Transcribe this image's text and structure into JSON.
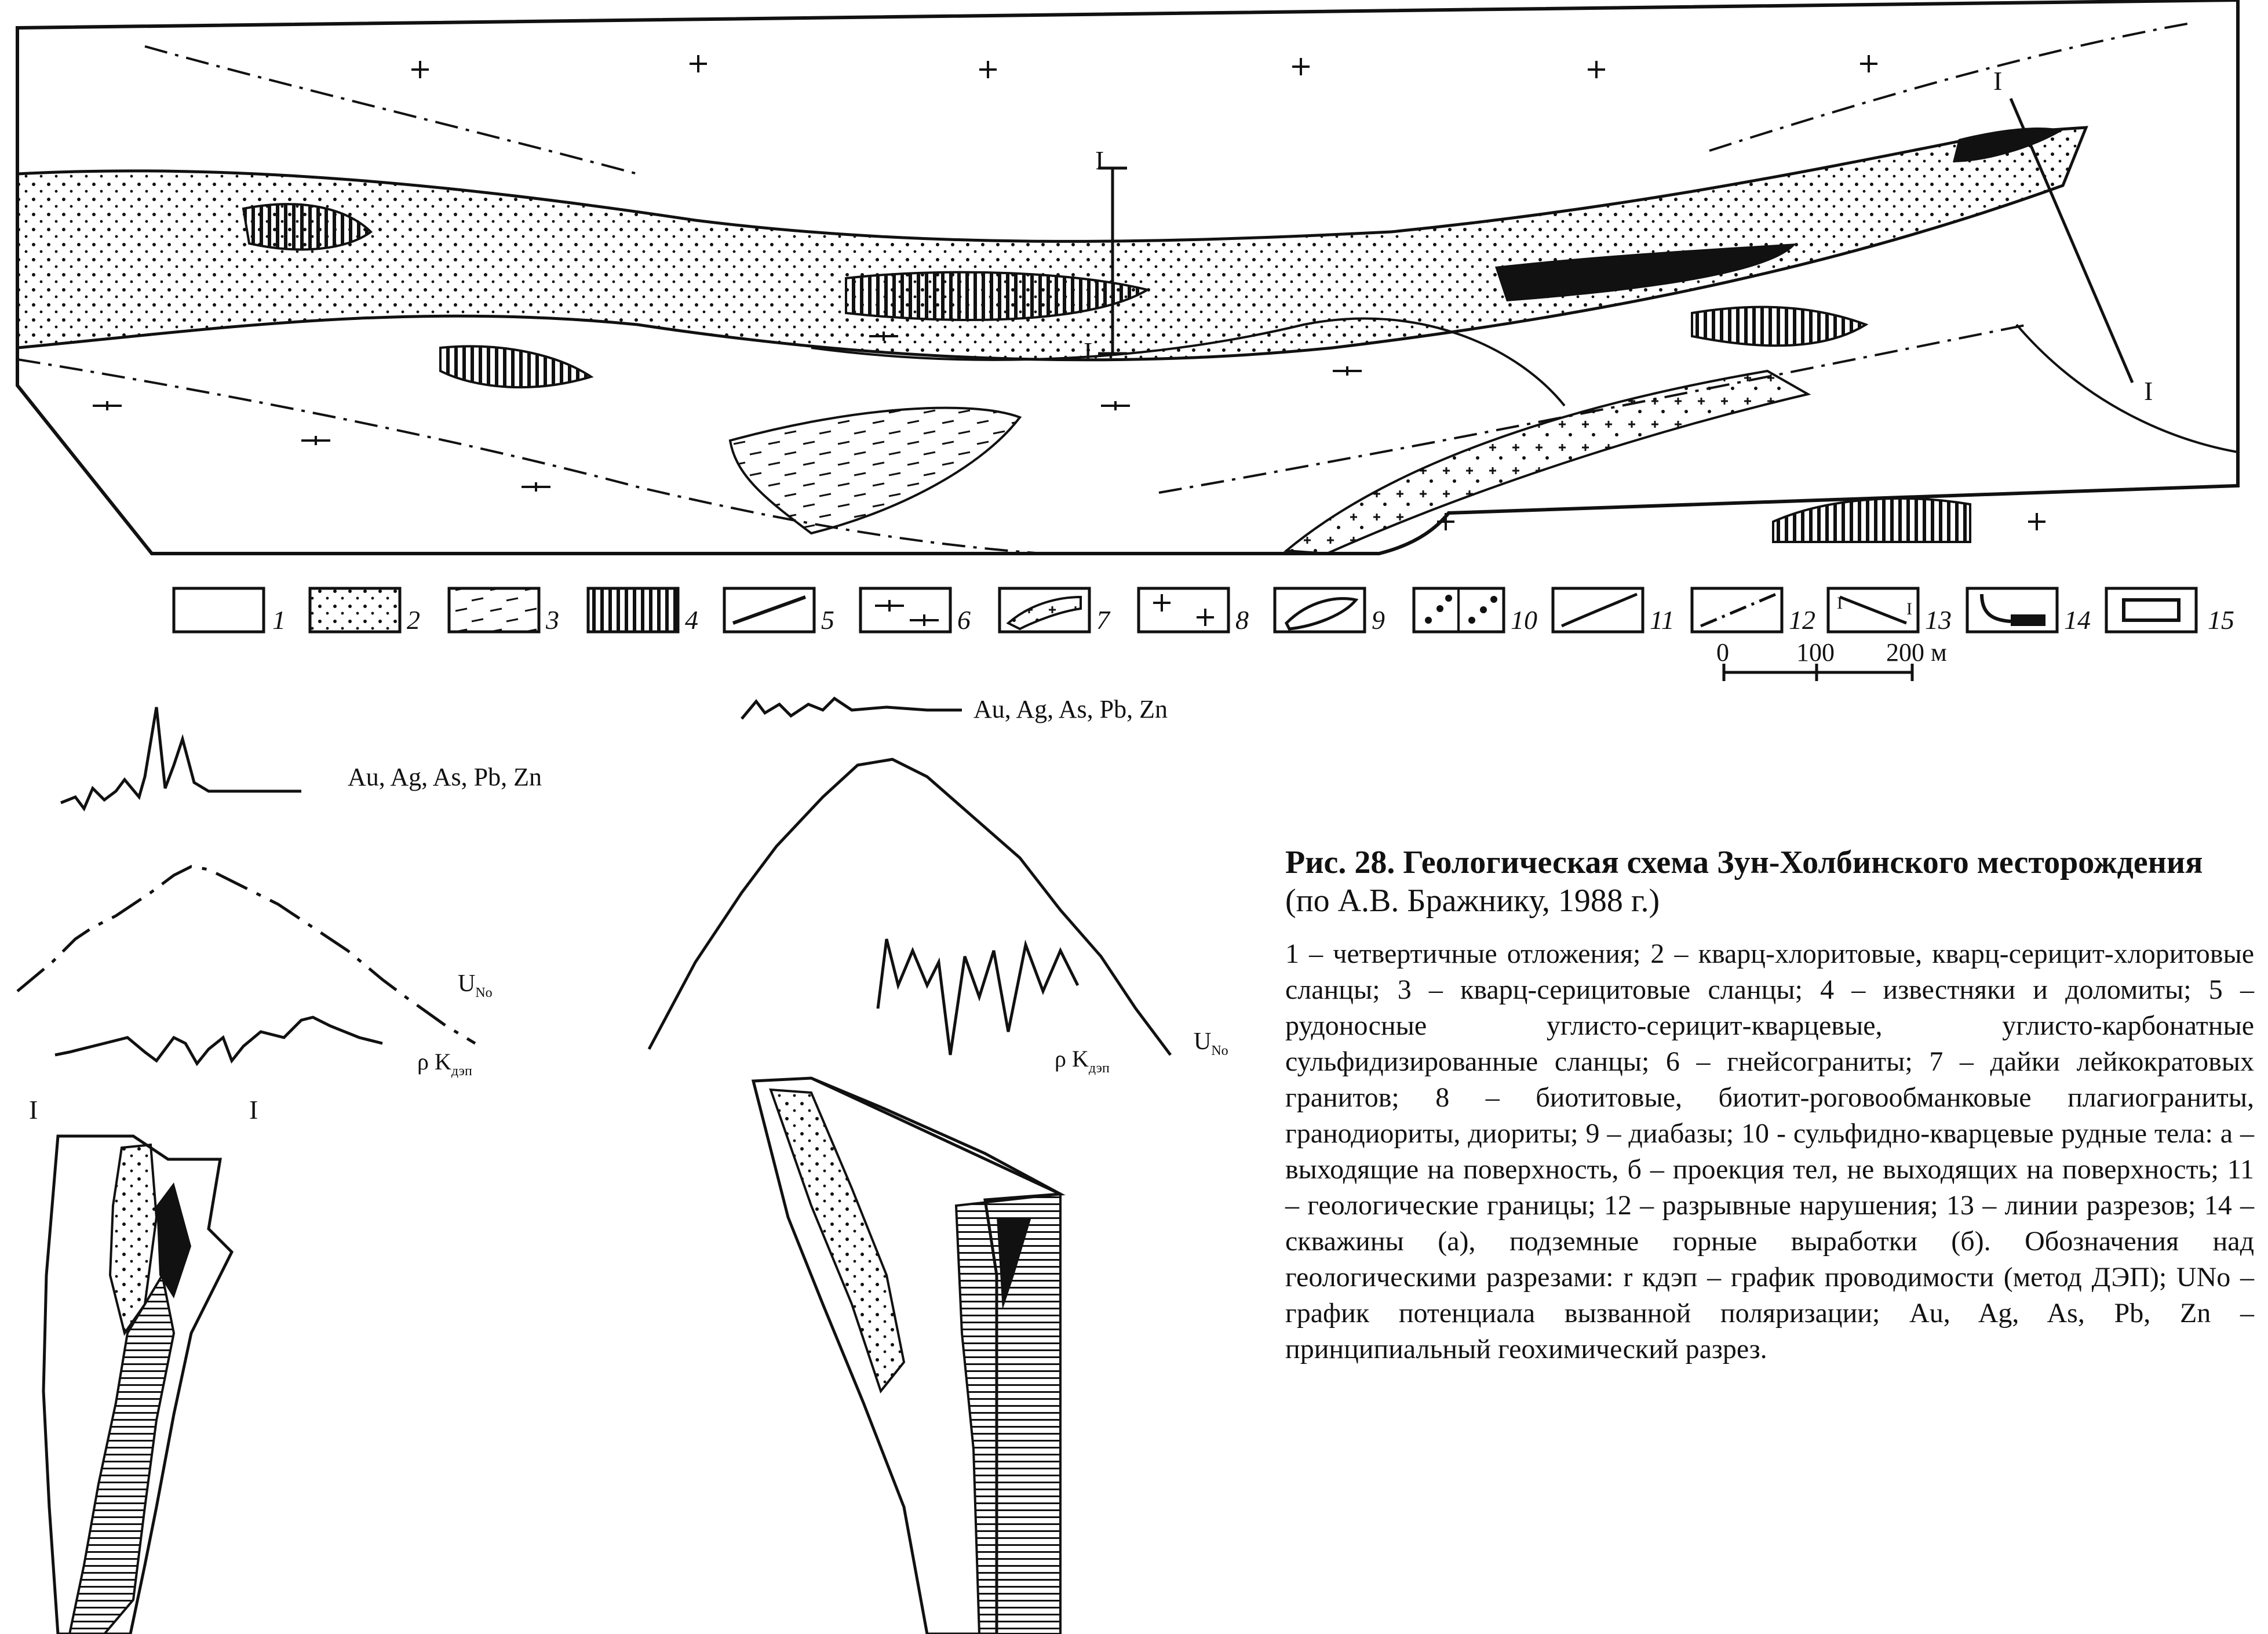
{
  "map": {
    "section_label": "I",
    "legend_numbers": [
      "1",
      "2",
      "3",
      "4",
      "5",
      "6",
      "7",
      "8",
      "9",
      "10",
      "11",
      "12",
      "13",
      "14",
      "15"
    ],
    "scale": {
      "ticks": [
        "0",
        "100",
        "200 м"
      ]
    }
  },
  "sections": {
    "left": {
      "geochem_label": "Au, Ag, As, Pb, Zn",
      "u_label": "U",
      "u_sub": "No",
      "rho_label": "ρ K",
      "rho_sub": "дэп",
      "end_left": "I",
      "end_right": "I"
    },
    "right": {
      "geochem_label": "Au, Ag, As, Pb, Zn",
      "u_label": "U",
      "u_sub": "No",
      "rho_label": "ρ K",
      "rho_sub": "дэп"
    }
  },
  "caption": {
    "title_bold": "Рис. 28.  Геологическая схема Зун-Холбинского месторождения",
    "title_rest": " (по А.В. Бражнику, 1988 г.)",
    "body": "1 – четвертичные отложения; 2 – кварц-хлоритовые, кварц-серицит-хлоритовые сланцы; 3 – кварц-серицитовые сланцы; 4 – известняки и доломиты; 5 – рудоносные углисто-серицит-кварцевые, углисто-карбонатные сульфидизированные сланцы; 6 – гнейсограниты; 7 – дайки лейкократовых гранитов; 8 – биотитовые, биотит-роговообманковые плагиограниты, гранодиориты, диориты; 9 – диабазы; 10 - сульфидно-кварцевые рудные тела: а – выходящие на поверхность, б – проекция тел, не выходящих на поверхность; 11 – геологические границы; 12 – разрывные нарушения; 13 – линии разрезов; 14 – скважины (а), подземные горные выработки (б). Обозначения над геологическими разрезами: r кдэп – график проводимости (метод ДЭП); UNo – график потенциала вызванной поляризации; Au, Ag, As, Pb, Zn – принципиальный геохимический разрез."
  }
}
